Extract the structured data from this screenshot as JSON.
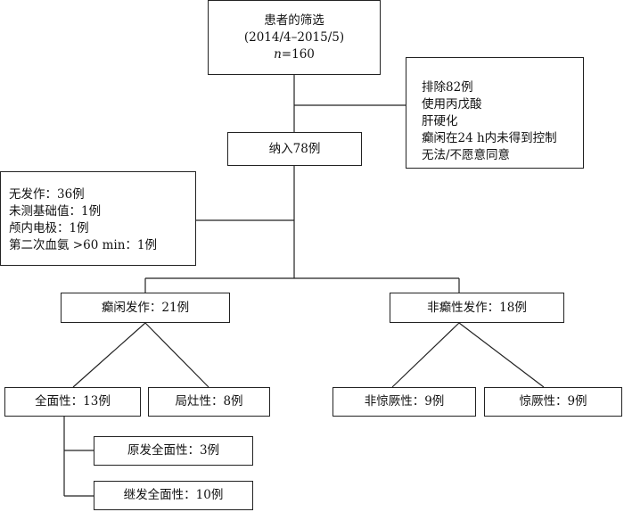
{
  "screening": {
    "title": "患者的筛选",
    "period": "(2014/4–2015/5)",
    "n_symbol": "n",
    "n_value": "=160"
  },
  "excluded": {
    "lines": [
      "排除82例",
      "使用丙戊酸",
      "肝硬化",
      "癫闲在24 h内未得到控制",
      "无法/不愿意同意"
    ]
  },
  "included": {
    "label": "纳入78例"
  },
  "no_seizure": {
    "lines": [
      "无发作：36例",
      "未测基础值：1例",
      "颅内电极：1例",
      "第二次血氨 >60 min：1例"
    ]
  },
  "epileptic": {
    "label": "癫闲发作：21例"
  },
  "non_epileptic": {
    "label": "非癫性发作：18例"
  },
  "generalized": {
    "label": "全面性：13例"
  },
  "focal": {
    "label": "局灶性：8例"
  },
  "non_syncope": {
    "label": "非惊厥性：9例"
  },
  "syncope": {
    "label": "惊厥性：9例"
  },
  "primary_generalized": {
    "label": "原发全面性：3例"
  },
  "secondary_generalized": {
    "label": "继发全面性：10例"
  }
}
